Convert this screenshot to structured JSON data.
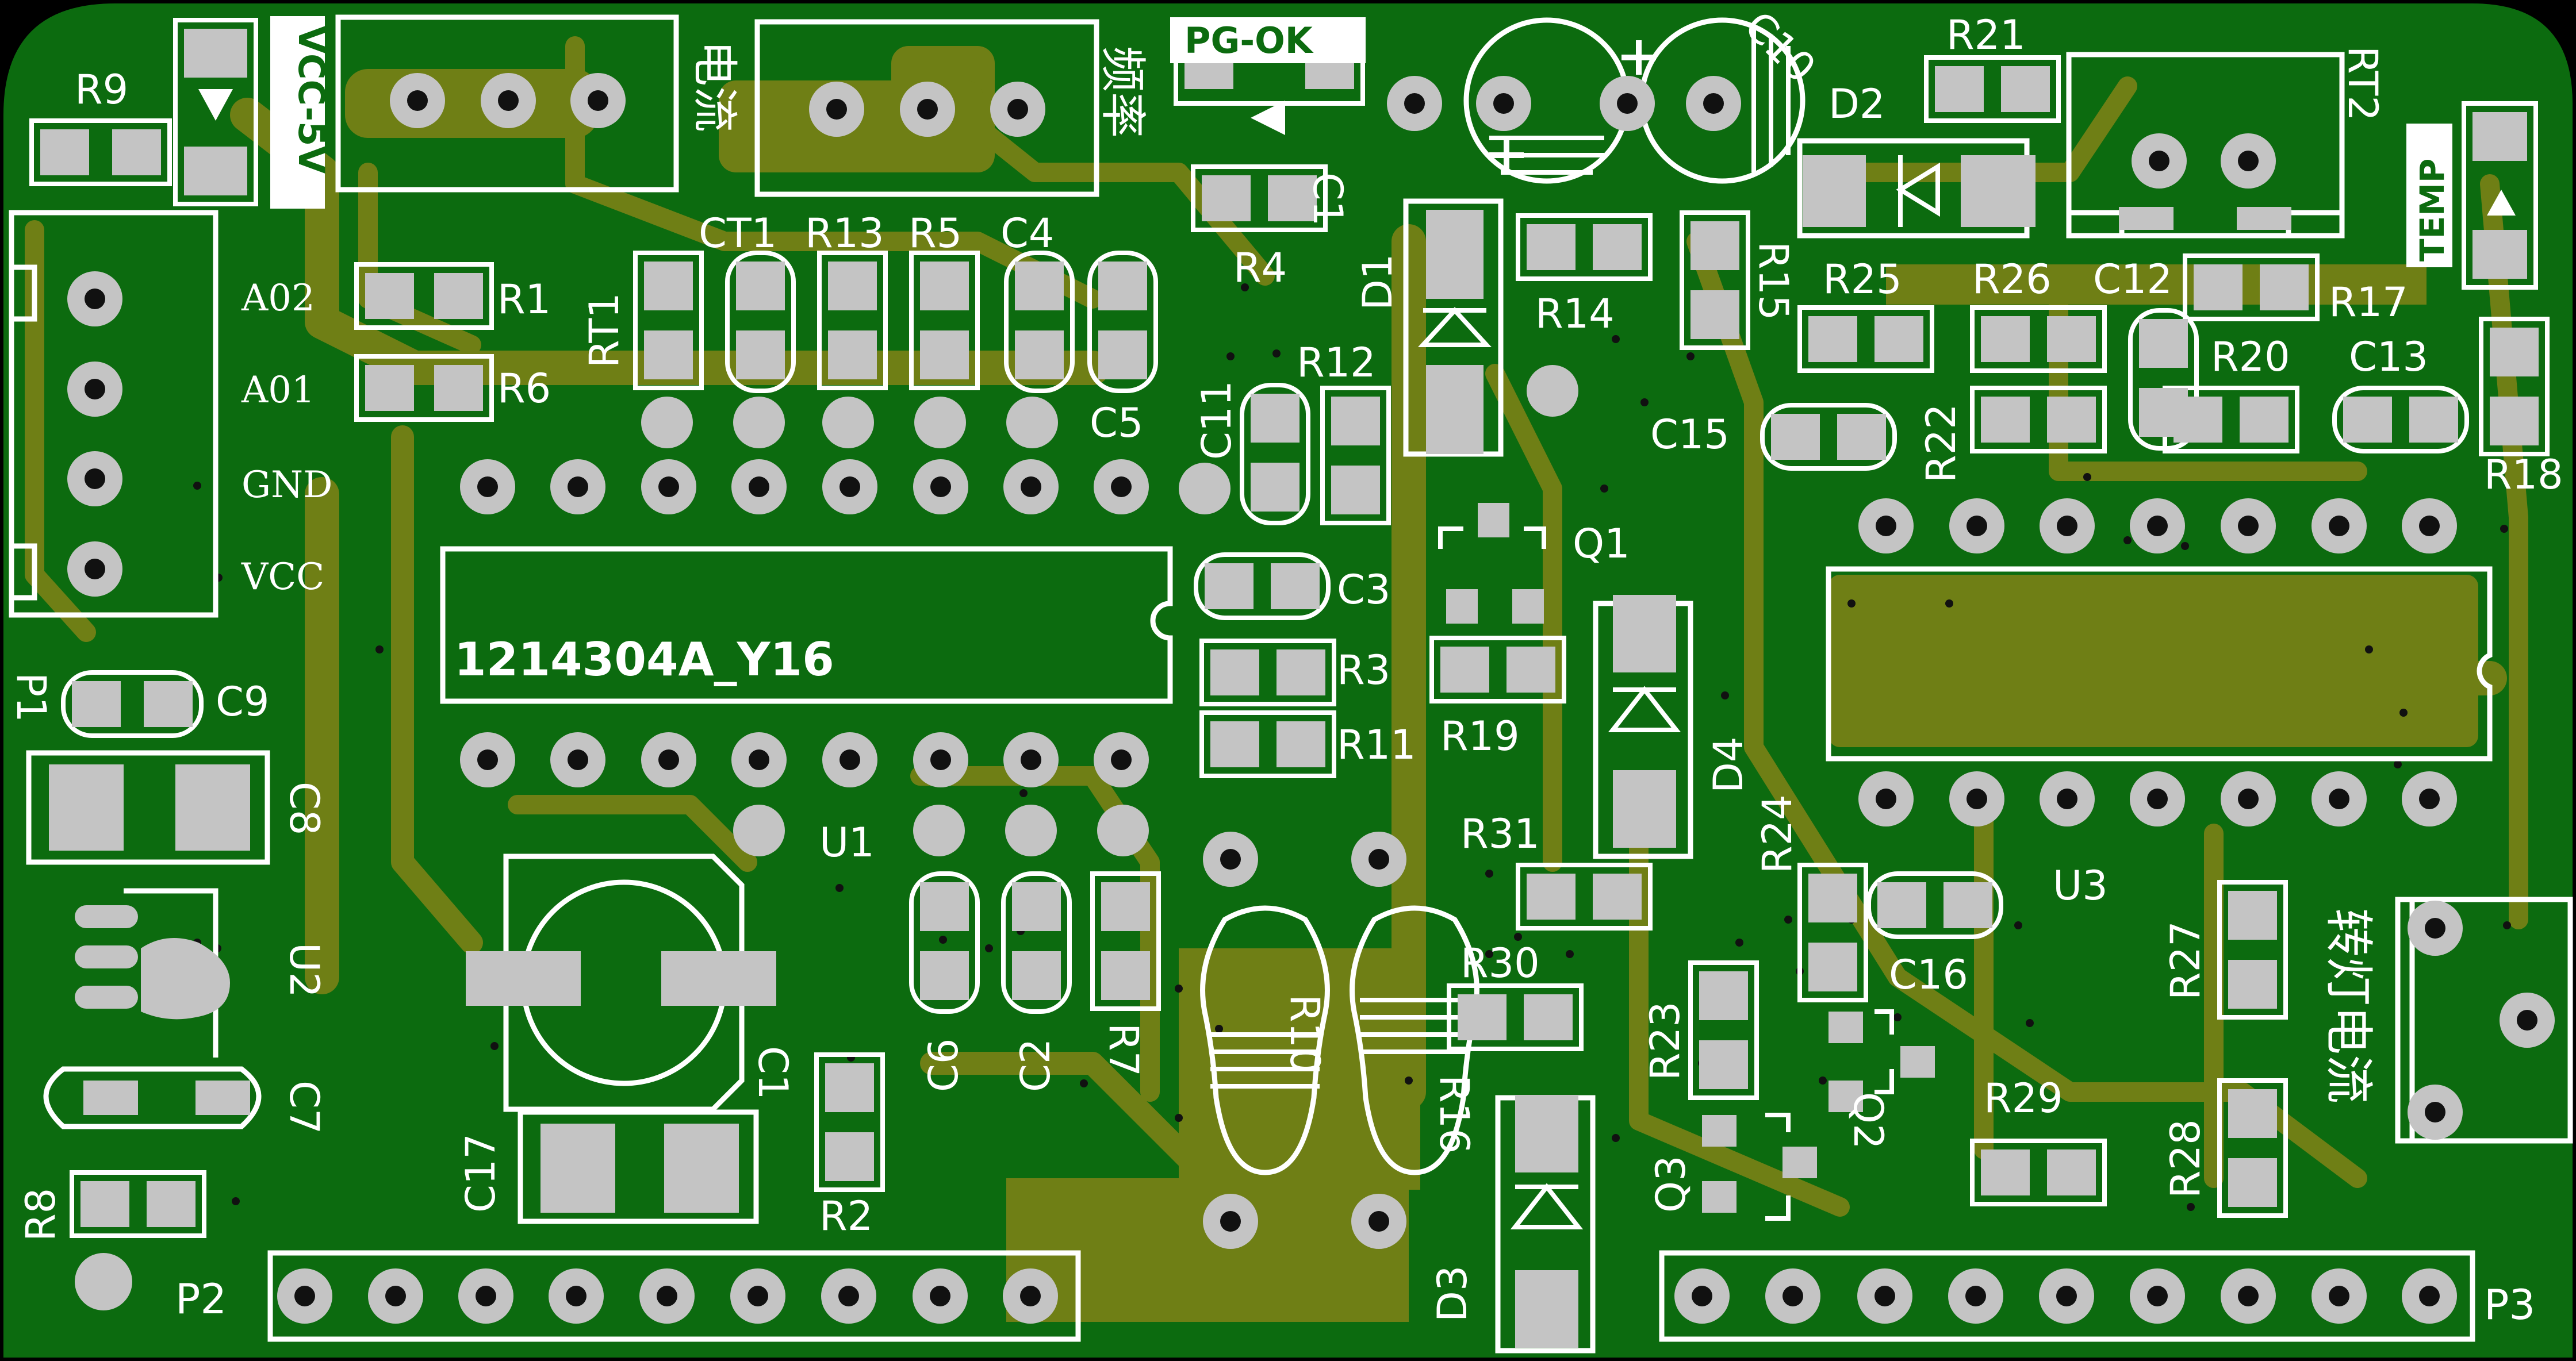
{
  "colors": {
    "background": "#000000",
    "board": "#0c6b0f",
    "copper": "#6f7f15",
    "silkscreen": "#ffffff",
    "pad": "#c4c4c4",
    "via": "#111111"
  },
  "designators": {
    "R9": "R9",
    "R1": "R1",
    "R6": "R6",
    "RT1": "RT1",
    "CT1": "CT1",
    "R13": "R13",
    "R5": "R5",
    "C4": "C4",
    "C5": "C5",
    "C11": "C11",
    "R12": "R12",
    "R4": "R4",
    "C1": "C1",
    "D1": "D1",
    "R14": "R14",
    "C10": "C10",
    "D2": "D2",
    "R21": "R21",
    "R15": "R15",
    "R25": "R25",
    "R26": "R26",
    "C12": "C12",
    "R17": "R17",
    "RT2": "RT2",
    "R22": "R22",
    "C15": "C15",
    "R20": "R20",
    "C13": "C13",
    "R18": "R18",
    "Q1": "Q1",
    "C3": "C3",
    "R3": "R3",
    "R11": "R11",
    "R19": "R19",
    "D4": "D4",
    "P1": "P1",
    "C9": "C9",
    "C8": "C8",
    "U2": "U2",
    "C7": "C7",
    "R8": "R8",
    "U1": "U1",
    "C6": "C6",
    "C2": "C2",
    "R7": "R7",
    "R10": "R10",
    "R16": "R16",
    "C17": "C17",
    "C1b": "C1",
    "R2": "R2",
    "R31": "R31",
    "R30": "R30",
    "R24": "R24",
    "C16": "C16",
    "U3": "U3",
    "R27": "R27",
    "R23": "R23",
    "Q2": "Q2",
    "Q3": "Q3",
    "R29": "R29",
    "R28": "R28",
    "D3": "D3",
    "P2": "P2",
    "P3": "P3"
  },
  "labels": {
    "vcc5v": "VCC-5V",
    "dianliu": "电流",
    "pinlv": "频率",
    "pgok": "PG-OK",
    "temp": "TEMP",
    "ao2": "A02",
    "ao1": "A01",
    "gnd": "GND",
    "vcc": "VCC",
    "chip_marking": "1214304A_Y16",
    "zhuandeng": "转灯电流"
  }
}
